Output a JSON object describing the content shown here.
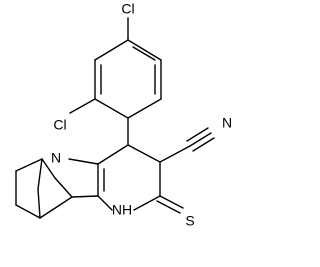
{
  "molecule": {
    "atom_labels": {
      "chlorine_para": "Cl",
      "chlorine_ortho": "Cl",
      "nitrile_nitrogen": "N",
      "bridgehead_nitrogen": "N",
      "amine": "NH",
      "thione_sulfur": "S"
    }
  }
}
